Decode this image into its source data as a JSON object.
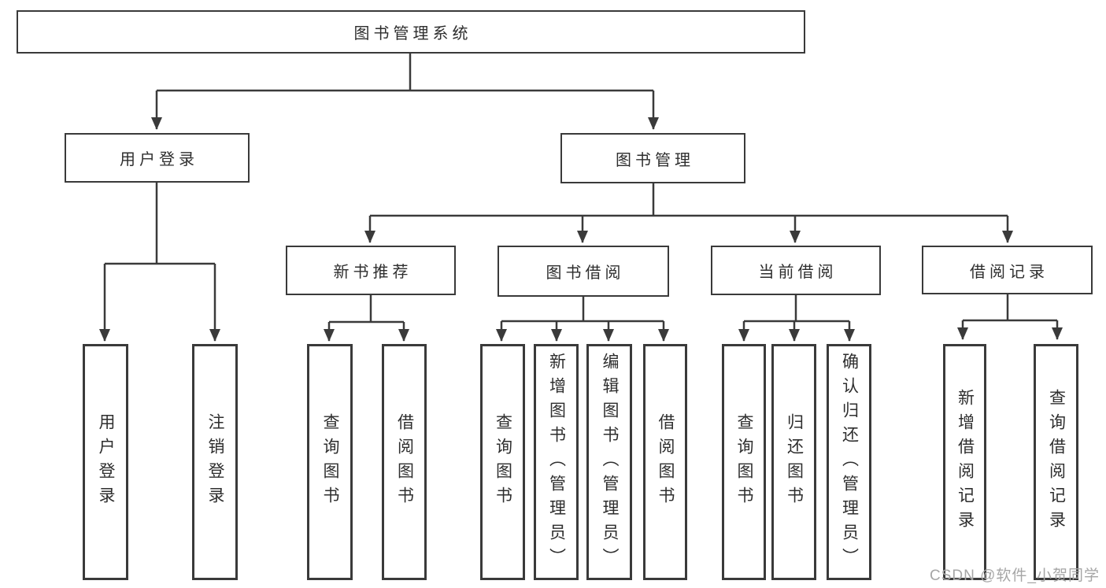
{
  "diagram_title": "图书管理系统",
  "colors": {
    "line": "#3a3a3a",
    "box_border": "#3a3a3a",
    "text": "#2e2e2e",
    "background": "#ffffff",
    "watermark": "#a6a6a6"
  },
  "tree": {
    "label": "图书管理系统",
    "children": [
      {
        "label": "用户登录",
        "children": [
          {
            "label": "用户登录"
          },
          {
            "label": "注销登录"
          }
        ]
      },
      {
        "label": "图书管理",
        "children": [
          {
            "label": "新书推荐",
            "children": [
              {
                "label": "查询图书"
              },
              {
                "label": "借阅图书"
              }
            ]
          },
          {
            "label": "图书借阅",
            "children": [
              {
                "label": "查询图书"
              },
              {
                "label": "新增图书（管理员）"
              },
              {
                "label": "编辑图书（管理员）"
              },
              {
                "label": "借阅图书"
              }
            ]
          },
          {
            "label": "当前借阅",
            "children": [
              {
                "label": "查询图书"
              },
              {
                "label": "归还图书"
              },
              {
                "label": "确认归还（管理员）"
              }
            ]
          },
          {
            "label": "借阅记录",
            "children": [
              {
                "label": "新增借阅记录"
              },
              {
                "label": "查询借阅记录"
              }
            ]
          }
        ]
      }
    ]
  },
  "watermark": {
    "text": "CSDN @软件_小贺同学"
  }
}
